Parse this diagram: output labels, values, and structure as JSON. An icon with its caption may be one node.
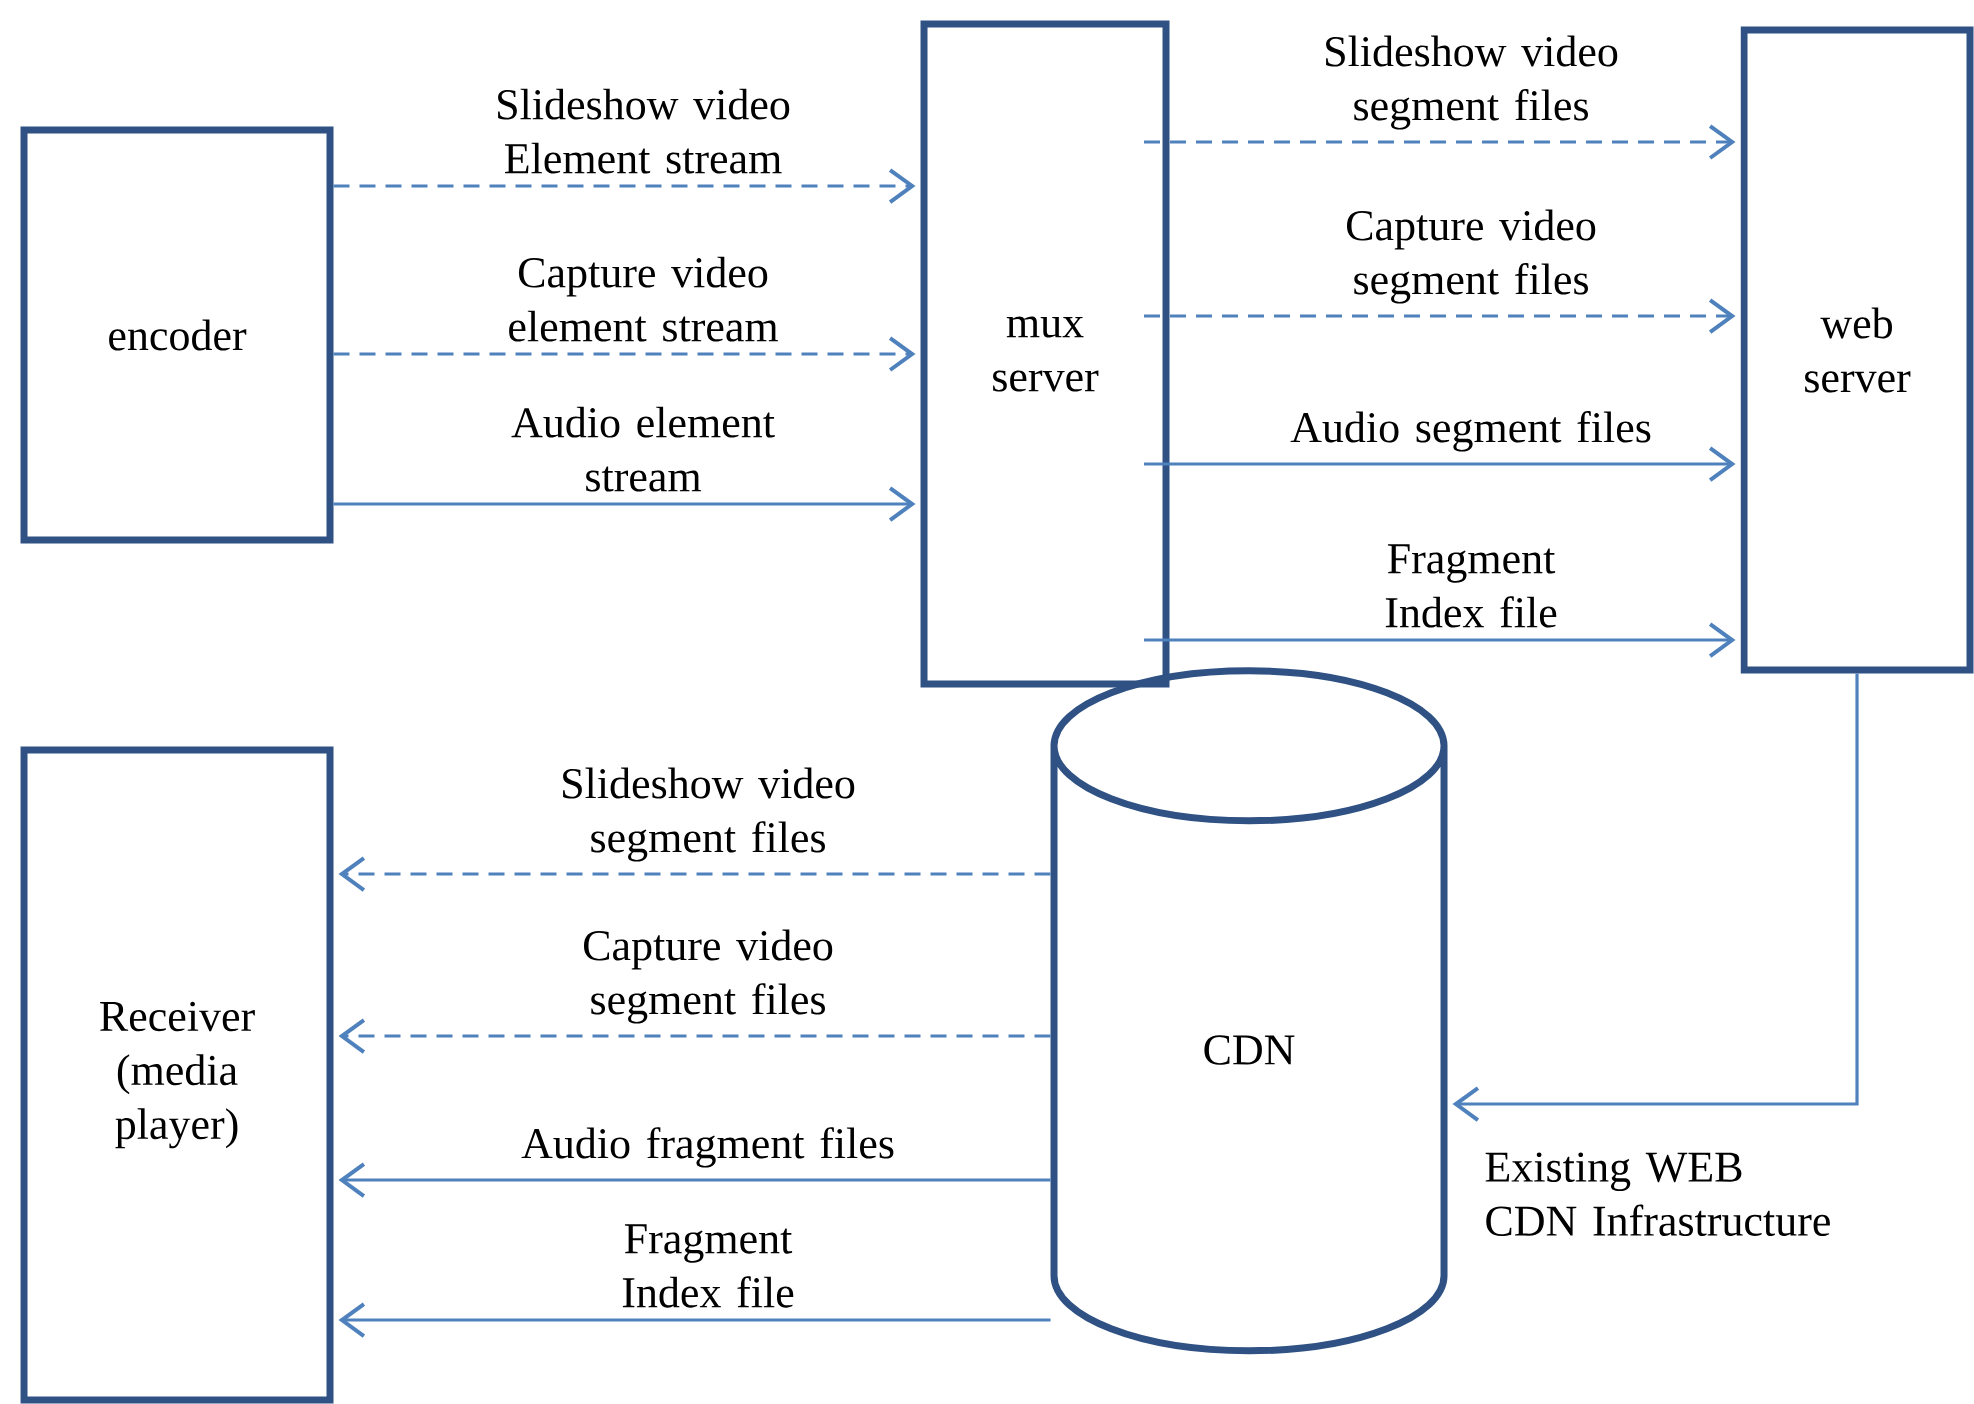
{
  "diagram": {
    "nodes": [
      {
        "text": [
          "encoder"
        ]
      },
      {
        "text": [
          "mux server"
        ]
      },
      {
        "text": [
          "web server"
        ]
      },
      {
        "text": [
          "Receiver (media player)"
        ]
      },
      {
        "text": [
          "CDN"
        ]
      }
    ],
    "edges": [
      {
        "from": 0,
        "to": 1,
        "arrow": "to",
        "style": "dashed",
        "label": "Slideshow video Element stream"
      },
      {
        "from": 0,
        "to": 1,
        "arrow": "to",
        "style": "dashed",
        "label": "Capture video element stream"
      },
      {
        "from": 0,
        "to": 1,
        "arrow": "to",
        "label": "Audio element stream"
      },
      {
        "from": 1,
        "to": 2,
        "arrow": "to",
        "style": "dashed",
        "label": "Slideshow video segment files"
      },
      {
        "from": 1,
        "to": 2,
        "arrow": "to",
        "style": "dashed",
        "label": "Capture video segment files"
      },
      {
        "from": 1,
        "to": 2,
        "arrow": "to",
        "label": "Audio segment files"
      },
      {
        "from": 1,
        "to": 2,
        "arrow": "to",
        "label": "Fragment Index file"
      },
      {
        "from": 2,
        "to": 4,
        "arrow": "to"
      },
      {
        "from": 4,
        "to": 3,
        "arrow": "to",
        "style": "dashed",
        "label": "Slideshow video segment files"
      },
      {
        "from": 4,
        "to": 3,
        "arrow": "to",
        "style": "dashed",
        "label": "Capture video segment files"
      },
      {
        "from": 4,
        "to": 3,
        "arrow": "to",
        "label": "Audio fragment files"
      },
      {
        "from": 4,
        "to": 3,
        "arrow": "to",
        "label": "Fragment Index file"
      }
    ],
    "labels": [
      "Existing WEB CDN Infrastructure"
    ]
  }
}
